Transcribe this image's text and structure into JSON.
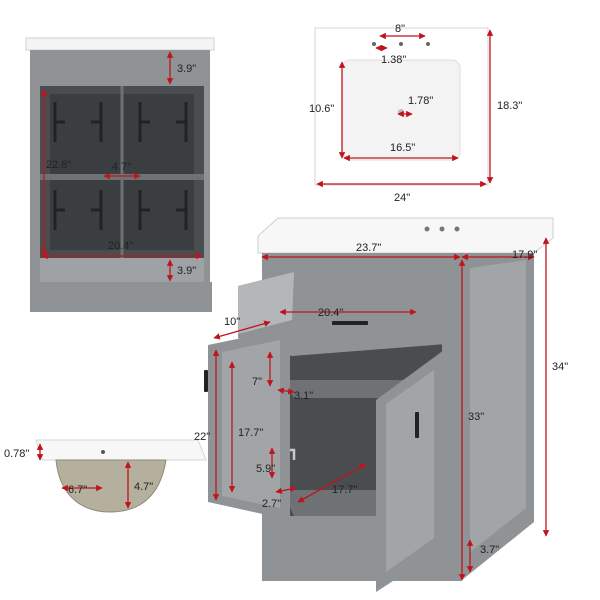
{
  "colors": {
    "cabinet": "#8f9396",
    "cabinet_dark": "#6e7275",
    "cabinet_light": "#b4b7b9",
    "interior": "#4a4d50",
    "interior_dark": "#2f3133",
    "dimension_line": "#c0141d",
    "basin": "#ffffff",
    "basin_shadow": "#e6e6e6",
    "background": "#ffffff"
  },
  "icons": [
    "faucet-hole-icon",
    "drain-icon",
    "door-handle-icon",
    "drawer-handle-icon",
    "hinge-icon"
  ],
  "front_view": {
    "top_height": "3.9\"",
    "interior_height": "22.8\"",
    "center_gap": "4.7\"",
    "interior_width": "20.4\"",
    "base_height": "3.9\""
  },
  "top_view": {
    "faucet_spread": "8\"",
    "hole_offset": "1.38\"",
    "basin_depth": "10.6\"",
    "drain_offset": "1.78\"",
    "basin_width": "16.5\"",
    "top_depth": "18.3\"",
    "top_width": "24\""
  },
  "side_profile": {
    "top_thickness": "0.78\"",
    "basin_width": "6.7\"",
    "basin_depth": "4.7\""
  },
  "cabinet_view": {
    "width": "23.7\"",
    "depth": "17.9\"",
    "drawer_width": "20.4\"",
    "door_width": "10\"",
    "door_height": "22\"",
    "total_height": "34\"",
    "cabinet_height": "33\"",
    "shelf_gap": "7\"",
    "door_shelf_width": "3.1\"",
    "door_shelf_height": "17.7\"",
    "lower_gap": "5.9\"",
    "door_shelf_depth": "2.7\"",
    "shelf_depth": "17.7\"",
    "leg_height": "3.7\""
  }
}
